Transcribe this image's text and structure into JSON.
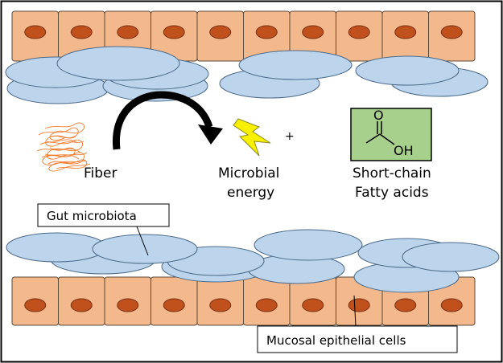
{
  "labels": {
    "fiber": "Fiber",
    "microbial_line1": "Microbial",
    "microbial_line2": "energy",
    "plus": "+",
    "scfa_line1": "Short-chain",
    "scfa_line2": "Fatty acids",
    "gut_microbiota": "Gut microbiota",
    "mucosal_cells": "Mucosal epithelial cells"
  },
  "molecule": {
    "oxygen": "O",
    "hydroxyl": "OH"
  },
  "icons": {
    "lightning": "lightning-bolt-icon",
    "fiber": "fiber-scribble-icon",
    "arrow": "curved-arrow-icon"
  },
  "colors": {
    "cell_fill": "#F3B98C",
    "cell_stroke": "#5A4A3A",
    "nucleus_fill": "#C0501C",
    "bacteria_fill": "#BCD4EC",
    "bacteria_stroke": "#4A6A8A",
    "fiber_stroke": "#F07A2A",
    "bolt_fill": "#F8F000",
    "molecule_box_fill": "#A7D08C",
    "border": "#000000"
  }
}
